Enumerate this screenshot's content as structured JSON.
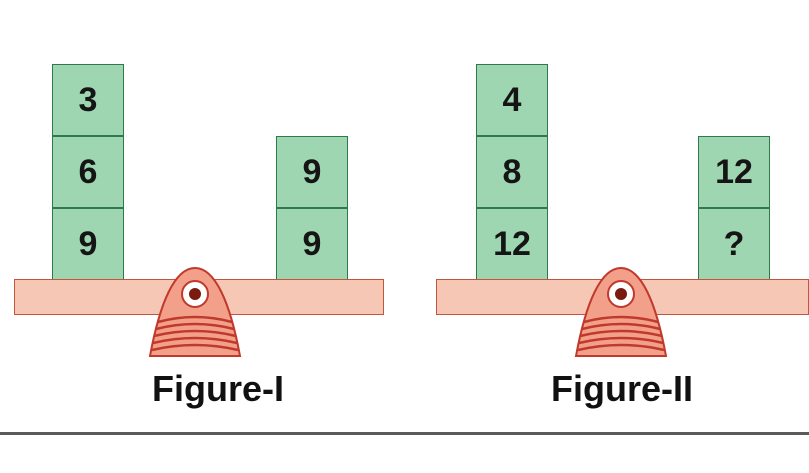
{
  "figures": [
    {
      "caption": "Figure-I",
      "left_stack": [
        "3",
        "6",
        "9"
      ],
      "right_stack": [
        "9",
        "9"
      ]
    },
    {
      "caption": "Figure-II",
      "left_stack": [
        "4",
        "8",
        "12"
      ],
      "right_stack": [
        "12",
        "?"
      ]
    }
  ],
  "colors": {
    "block_fill": "#9ed6b2",
    "block_border": "#2f7a4d",
    "beam_fill": "#f7c7b5",
    "beam_border": "#c2563c",
    "fulcrum_fill": "#f2a08a",
    "fulcrum_stripes": "#c0392b"
  }
}
